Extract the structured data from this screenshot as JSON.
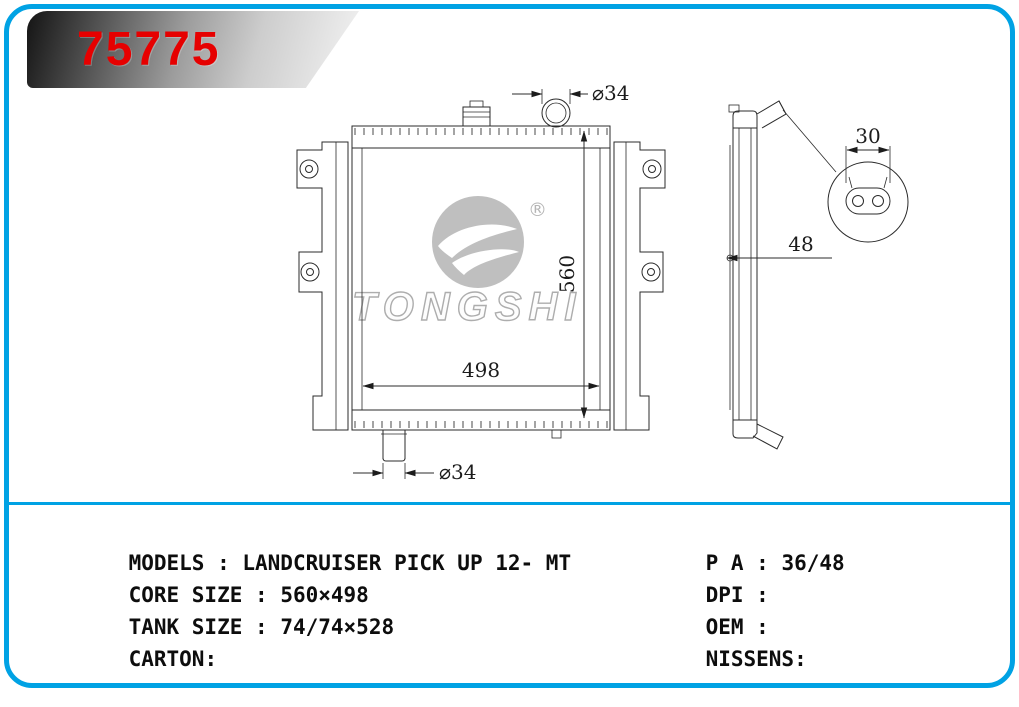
{
  "badge": {
    "part_number": "75775"
  },
  "watermark": {
    "brand": "TONGSHI",
    "registered_mark": "®"
  },
  "drawing": {
    "dims": {
      "top_pipe": "⌀34",
      "core_height": "560",
      "core_width": "498",
      "bottom_pipe": "⌀34",
      "detail_width": "30",
      "depth": "48"
    }
  },
  "specs": {
    "left": [
      {
        "label": "MODELS",
        "sep": " : ",
        "value": "LANDCRUISER PICK UP 12- MT"
      },
      {
        "label": "CORE SIZE",
        "sep": " : ",
        "value": "560×498"
      },
      {
        "label": "TANK SIZE",
        "sep": " : ",
        "value": "74/74×528"
      },
      {
        "label": "CARTON",
        "sep": ":",
        "value": ""
      }
    ],
    "right": [
      {
        "label": "P A",
        "sep": " : ",
        "value": "36/48"
      },
      {
        "label": "DPI",
        "sep": " :",
        "value": ""
      },
      {
        "label": "OEM",
        "sep": " :",
        "value": ""
      },
      {
        "label": "NISSENS",
        "sep": ":",
        "value": ""
      }
    ]
  },
  "colors": {
    "frame_blue": "#00a2e4",
    "part_number_red": "#e60000"
  }
}
